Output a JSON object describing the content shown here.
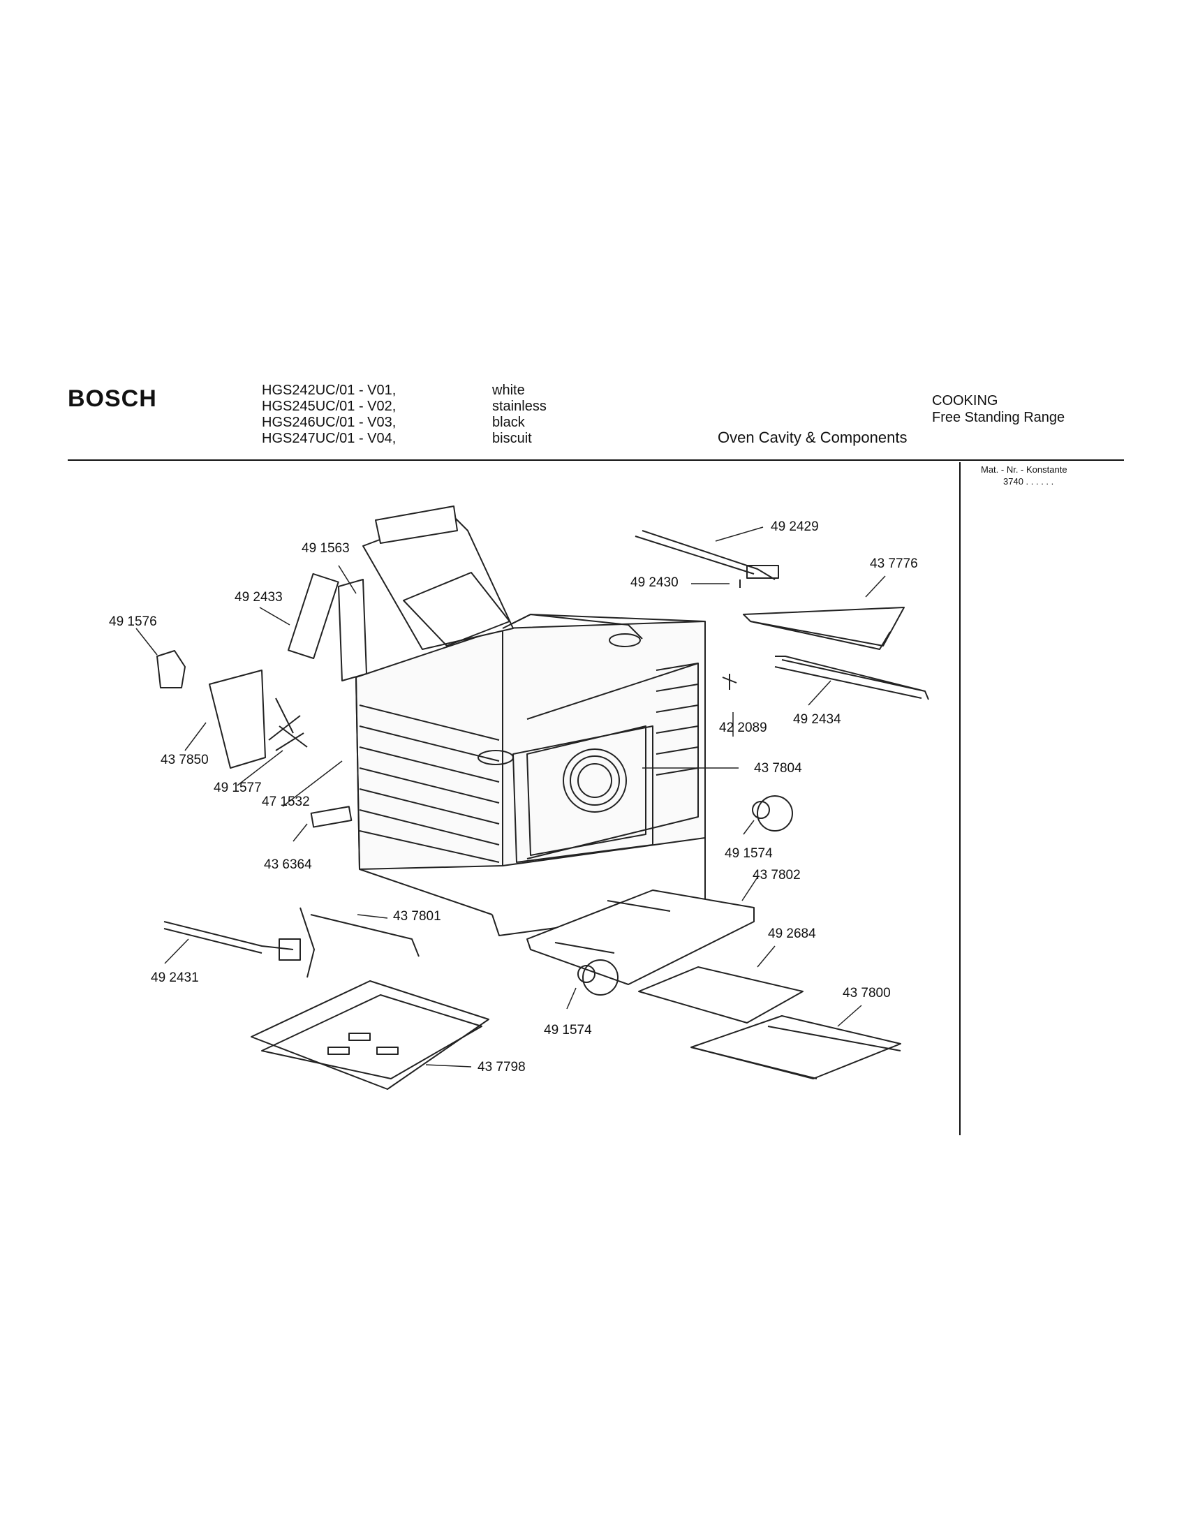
{
  "header": {
    "brand": "BOSCH",
    "models": [
      "HGS242UC/01 - V01,",
      "HGS245UC/01 - V02,",
      "HGS246UC/01 - V03,",
      "HGS247UC/01 - V04,"
    ],
    "colors": [
      "white",
      "stainless",
      "black",
      "biscuit"
    ],
    "category": "COOKING",
    "subcategory": "Free Standing Range",
    "section_title": "Oven Cavity & Components",
    "mat_label": "Mat. - Nr. - Konstante",
    "mat_value": "3740 . .  . . . ."
  },
  "parts": {
    "p492429": "49 2429",
    "p491563": "49 1563",
    "p437776": "43 7776",
    "p492433": "49 2433",
    "p492430": "49 2430",
    "p491576": "49 1576",
    "p422089": "42 2089",
    "p492434": "49 2434",
    "p437850": "43 7850",
    "p437804": "43 7804",
    "p491577": "49 1577",
    "p471532": "47 1532",
    "p491574a": "49 1574",
    "p436364": "43 6364",
    "p437802": "43 7802",
    "p437801": "43 7801",
    "p492684": "49 2684",
    "p492431": "49 2431",
    "p437800": "43 7800",
    "p491574b": "49 1574",
    "p437798": "43 7798"
  }
}
